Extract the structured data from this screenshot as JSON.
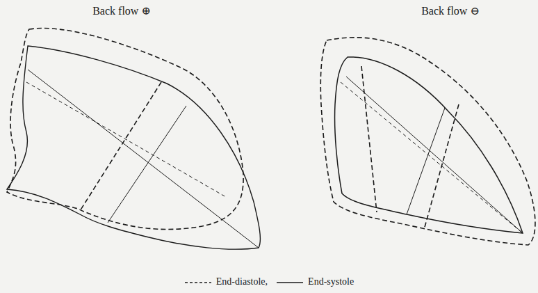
{
  "diagram": {
    "labels": [
      "Back flow ⊕",
      "Back flow ⊖"
    ],
    "legend": [
      {
        "text": "End-diastole,"
      },
      {
        "text": "End-systole"
      }
    ]
  }
}
